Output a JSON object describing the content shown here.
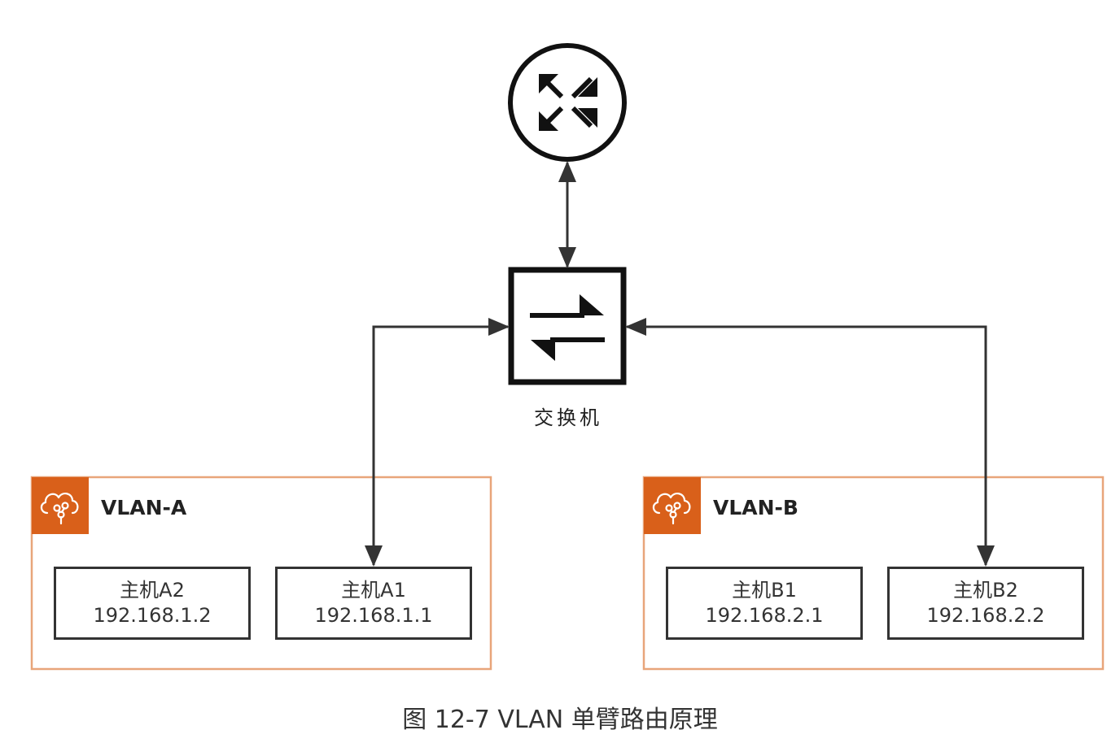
{
  "switch": {
    "label": "交换机",
    "icon": "switch-arrows-icon"
  },
  "router": {
    "icon": "router-arrows-icon"
  },
  "vlans": [
    {
      "name": "VLAN-A",
      "icon": "vpc-cloud-icon",
      "hosts": [
        {
          "name": "主机A2",
          "ip": "192.168.1.2"
        },
        {
          "name": "主机A1",
          "ip": "192.168.1.1"
        }
      ]
    },
    {
      "name": "VLAN-B",
      "icon": "vpc-cloud-icon",
      "hosts": [
        {
          "name": "主机B1",
          "ip": "192.168.2.1"
        },
        {
          "name": "主机B2",
          "ip": "192.168.2.2"
        }
      ]
    }
  ],
  "caption": "图 12-7 VLAN 单臂路由原理",
  "colors": {
    "vlan_border": "#E8A57A",
    "vlan_icon_bg": "#D9601A",
    "line": "#333333",
    "device": "#111111"
  }
}
